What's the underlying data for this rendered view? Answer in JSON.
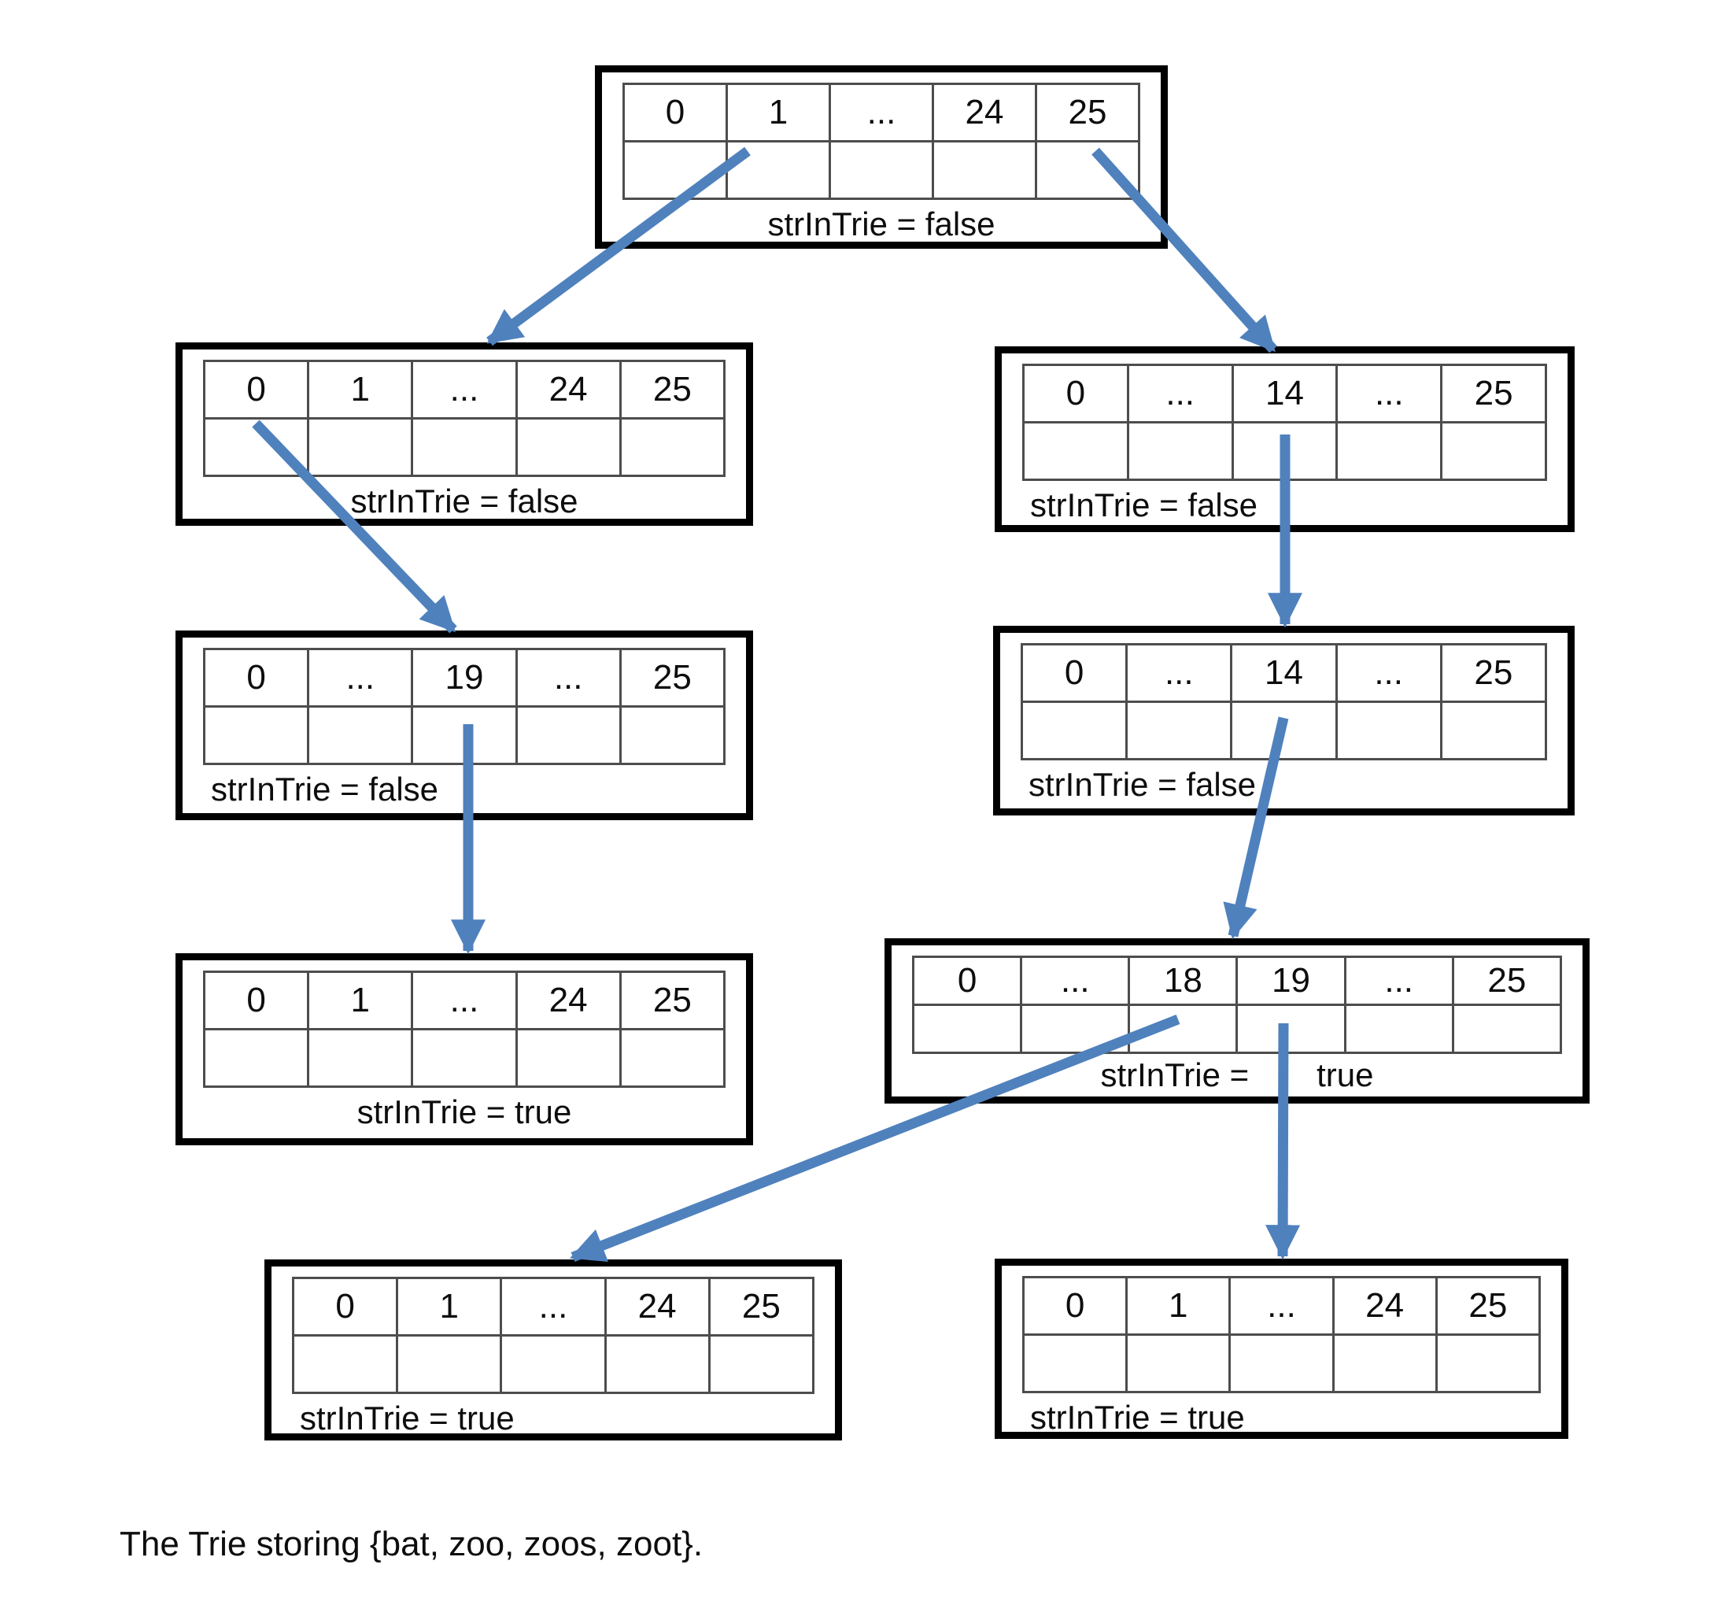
{
  "caption": "The Trie storing {bat, zoo, zoos, zoot}.",
  "colors": {
    "arrow": "#4f81bd",
    "node_border": "#000000",
    "cell_border": "#4d4d4d"
  },
  "nodes": {
    "root": {
      "cells": [
        "0",
        "1",
        "...",
        "24",
        "25"
      ],
      "label": "strInTrie = false"
    },
    "b": {
      "cells": [
        "0",
        "1",
        "...",
        "24",
        "25"
      ],
      "label": "strInTrie = false"
    },
    "z": {
      "cells": [
        "0",
        "...",
        "14",
        "...",
        "25"
      ],
      "label": "strInTrie = false"
    },
    "ba": {
      "cells": [
        "0",
        "...",
        "19",
        "...",
        "25"
      ],
      "label": "strInTrie = false"
    },
    "zo": {
      "cells": [
        "0",
        "...",
        "14",
        "...",
        "25"
      ],
      "label": "strInTrie = false"
    },
    "bat": {
      "cells": [
        "0",
        "1",
        "...",
        "24",
        "25"
      ],
      "label": "strInTrie = true"
    },
    "zoo": {
      "cells": [
        "0",
        "...",
        "18",
        "19",
        "...",
        "25"
      ],
      "label_left": "strInTrie =",
      "label_right": "true"
    },
    "zoos": {
      "cells": [
        "0",
        "1",
        "...",
        "24",
        "25"
      ],
      "label": "strInTrie = true"
    },
    "zoot": {
      "cells": [
        "0",
        "1",
        "...",
        "24",
        "25"
      ],
      "label": "strInTrie = true"
    }
  }
}
